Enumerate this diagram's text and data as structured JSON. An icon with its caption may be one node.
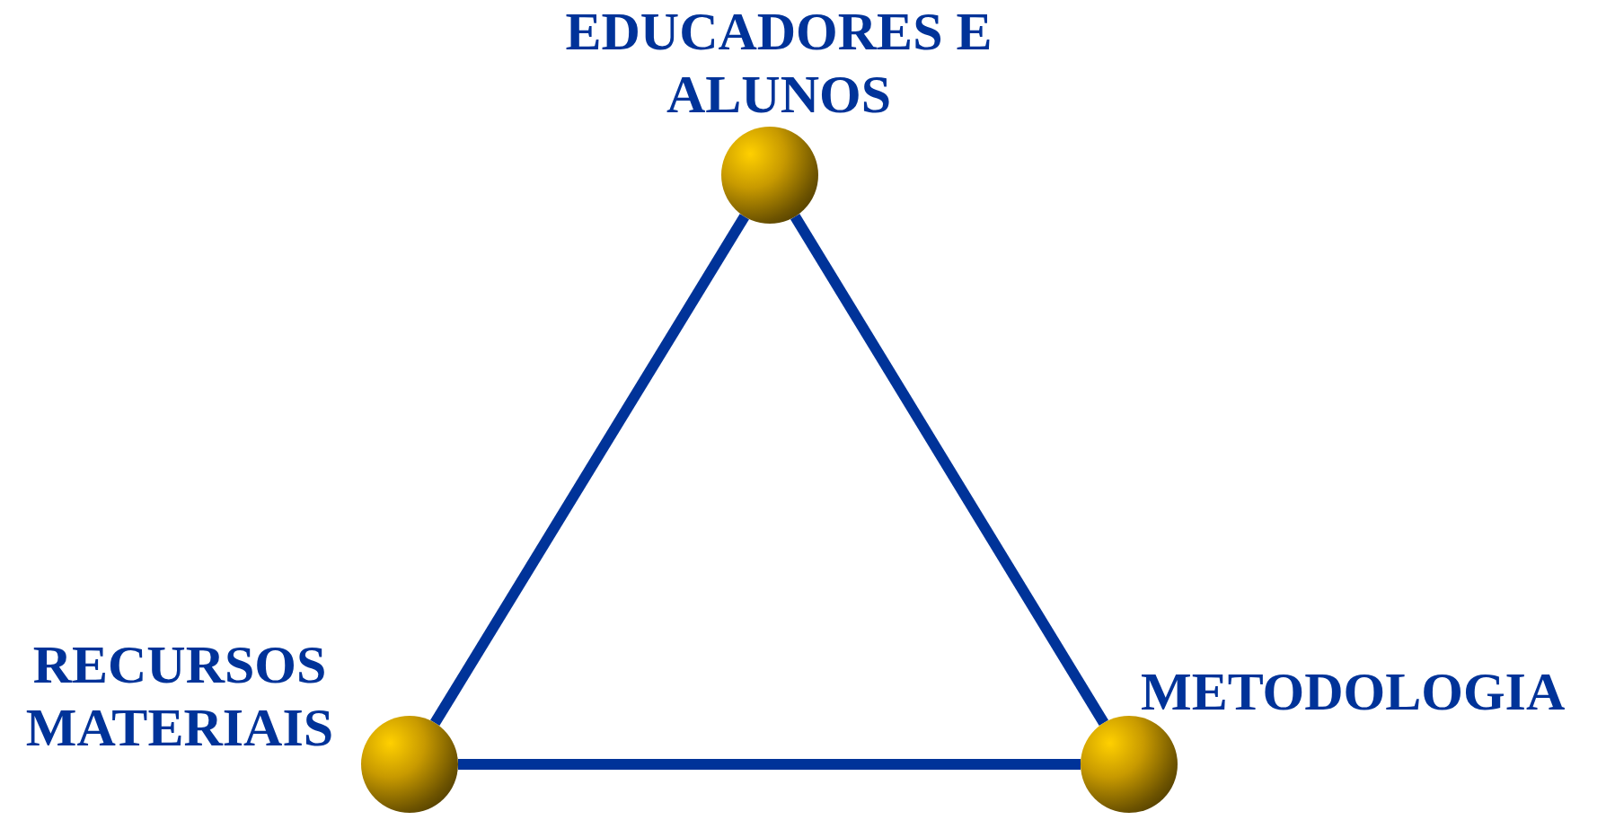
{
  "diagram": {
    "nodes": [
      {
        "text": [
          "EDUCADORES E ALUNOS"
        ]
      },
      {
        "text": [
          "RECURSOS MATERIAIS"
        ]
      },
      {
        "text": [
          "METODOLOGIA"
        ]
      }
    ],
    "edges": [
      {
        "from": 0,
        "to": 1,
        "arrow": "none"
      },
      {
        "from": 1,
        "to": 2,
        "arrow": "none"
      },
      {
        "from": 2,
        "to": 0,
        "arrow": "none"
      }
    ]
  }
}
